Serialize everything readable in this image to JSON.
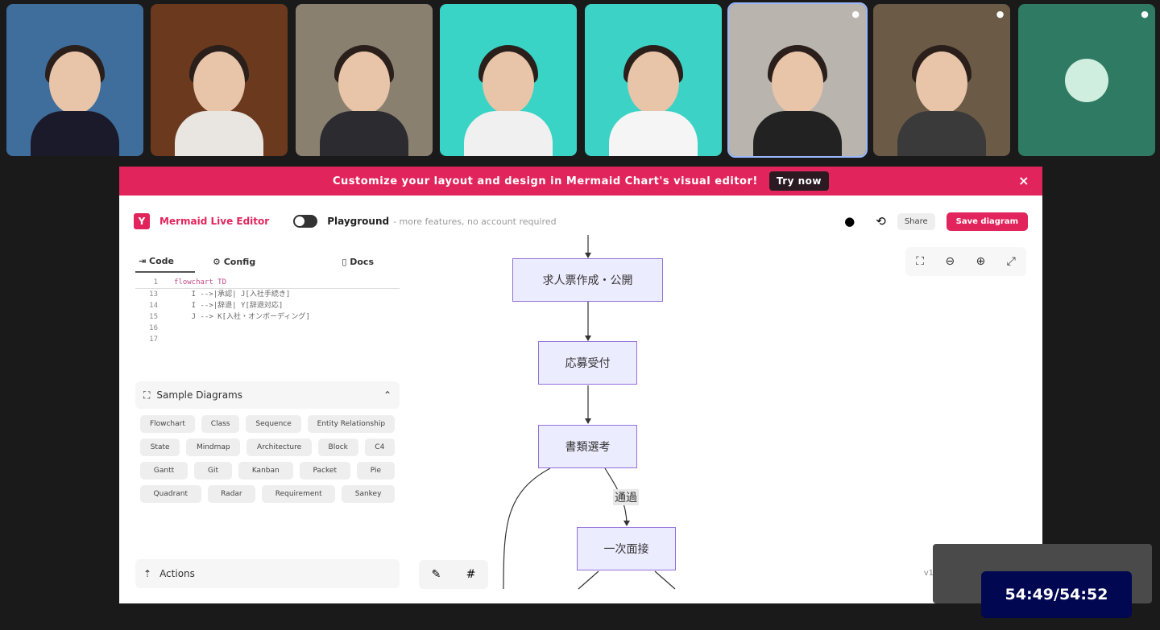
{
  "participants": [
    {
      "bg": "#3f6d9c",
      "shirt": "#1a1a2a"
    },
    {
      "bg": "#6b3a1e",
      "shirt": "#e9e6e2"
    },
    {
      "bg": "#8a8070",
      "shirt": "#2b2b30"
    },
    {
      "bg": "#39d4c6",
      "shirt": "#f0f0f0"
    },
    {
      "bg": "#3cd3c6",
      "shirt": "#f5f5f5"
    },
    {
      "bg": "#b9b4ad",
      "shirt": "#222"
    },
    {
      "bg": "#6b5a45",
      "shirt": "#3a3a3a"
    },
    {
      "bg": "#2f7a62",
      "shirt": "none"
    }
  ],
  "banner": {
    "text": "Customize your layout and design in Mermaid Chart's visual editor!",
    "cta": "Try now",
    "close": "×"
  },
  "header": {
    "logo": "Y",
    "brand": "Mermaid Live Editor",
    "playground": "Playground",
    "playground_sub": "- more features, no account required",
    "share": "Share",
    "save": "Save diagram"
  },
  "editor": {
    "tabs": [
      "Code",
      "Config",
      "Docs"
    ],
    "lines": [
      {
        "n": "1",
        "text": "flowchart TD"
      },
      {
        "n": "13",
        "text": "    I -->|承認| J[入社手続き]"
      },
      {
        "n": "14",
        "text": "    I -->|辞退| Y[辞退対応]"
      },
      {
        "n": "15",
        "text": "    J --> K[入社・オンボーディング]"
      },
      {
        "n": "16",
        "text": ""
      },
      {
        "n": "17",
        "text": ""
      }
    ]
  },
  "samples": {
    "title": "Sample Diagrams",
    "items": [
      "Flowchart",
      "Class",
      "Sequence",
      "Entity Relationship",
      "State",
      "Mindmap",
      "Architecture",
      "Block",
      "C4",
      "Gantt",
      "Git",
      "Kanban",
      "Packet",
      "Pie",
      "Quadrant",
      "Radar",
      "Requirement",
      "Sankey"
    ]
  },
  "actions": "Actions",
  "diagram": {
    "nodes": [
      "求人票作成・公開",
      "応募受付",
      "書類選考",
      "一次面接"
    ],
    "edge_label": "通過",
    "version": "v1"
  },
  "timer": "54:49/54:52"
}
